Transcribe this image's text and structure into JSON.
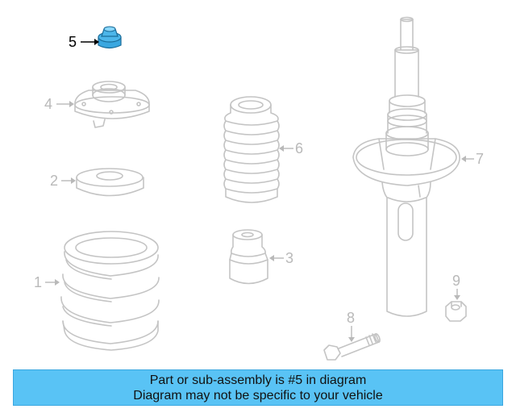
{
  "diagram": {
    "callouts": {
      "c1": "1",
      "c2": "2",
      "c3": "3",
      "c4": "4",
      "c5": "5",
      "c6": "6",
      "c7": "7",
      "c8": "8",
      "c9": "9"
    },
    "highlight_color": "#3aa7e0",
    "line_color": "#c4c4c4"
  },
  "banner": {
    "line1": "Part or sub-assembly is #5 in diagram",
    "line2": "Diagram may not be specific to your vehicle",
    "background": "#59c3f5"
  }
}
